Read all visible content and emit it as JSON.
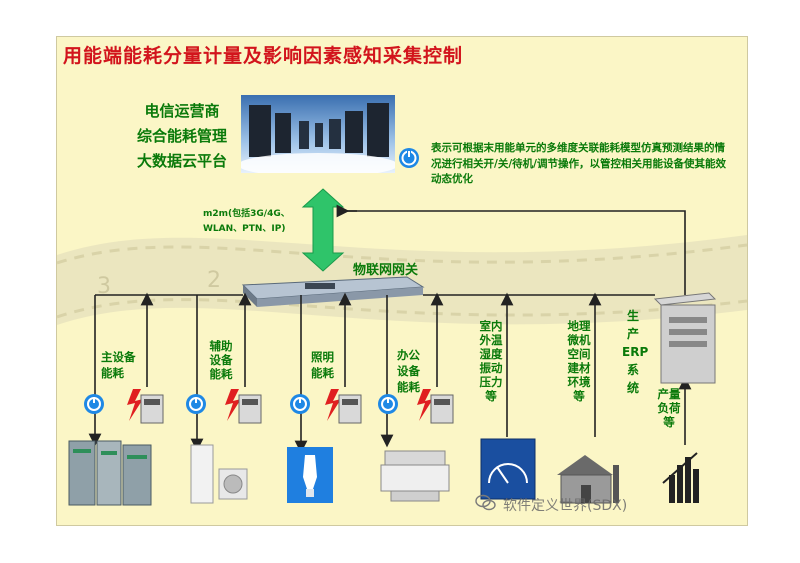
{
  "title": "用能端能耗分量计量及影响因素感知采集控制",
  "cloud": {
    "lines": [
      "电信运营商",
      "综合能耗管理",
      "大数据云平台"
    ]
  },
  "description": "表示可根据末用能单元的多维度关联能耗模型仿真预测结果的情况进行相关开/关/待机/调节操作，以管控相关用能设备使其能效动态优化",
  "m2m": {
    "line1": "m2m(包括3G/4G、",
    "line2": "WLAN、PTN、IP)"
  },
  "gateway_label": "物联网网关",
  "devices": {
    "main_equipment": "主设备能耗",
    "aux_equipment": "辅助设备能耗",
    "lighting": "照明能耗",
    "office": "办公设备能耗",
    "env_sensors": "室内外温湿度振动压力等",
    "geo_env": "地理微机空间建材环境等",
    "production": "产量负荷等"
  },
  "erp_label": "生产ERP系统",
  "watermark": "软件定义世界(SDX)",
  "colors": {
    "title": "#d2141c",
    "label": "#0a7a0a",
    "frame_bg": "#fbf6c6",
    "power_blue": "#1e88e5",
    "arrow_green": "#2fc46a"
  }
}
